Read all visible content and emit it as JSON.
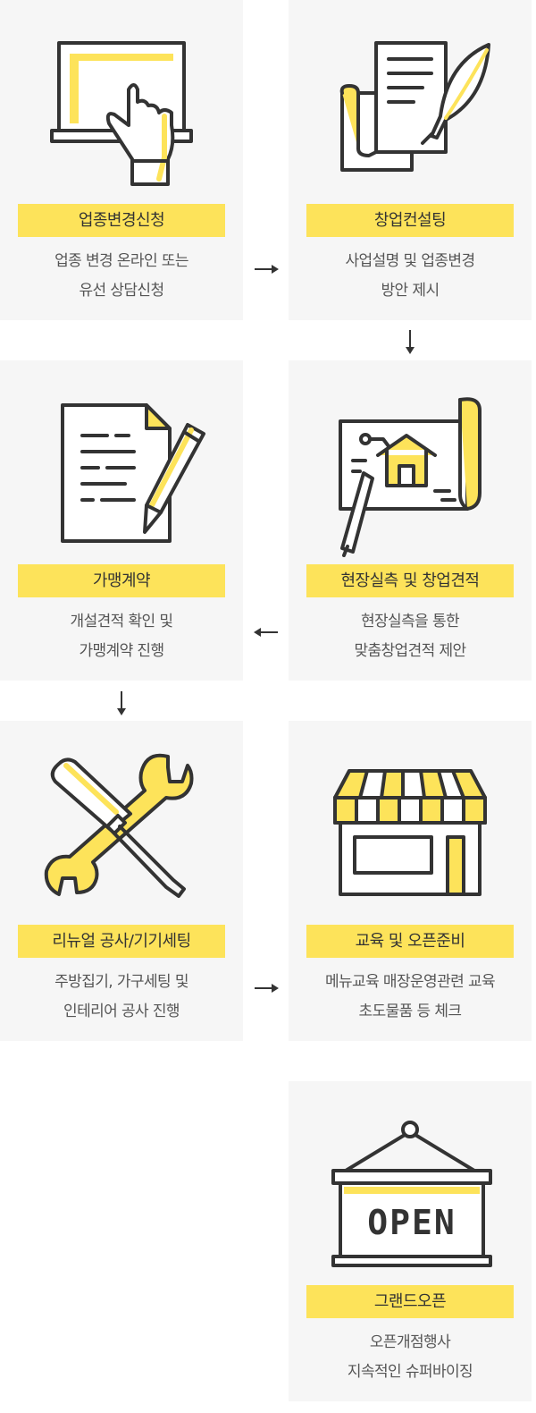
{
  "steps": [
    {
      "title": "업종변경신청",
      "desc": [
        "업종 변경 온라인 또는",
        "유선 상담신청"
      ],
      "icon": "laptop-touch-icon"
    },
    {
      "title": "창업컨설팅",
      "desc": [
        "사업설명 및 업종변경",
        "방안 제시"
      ],
      "icon": "document-quill-icon"
    },
    {
      "title": "가맹계약",
      "desc": [
        "개설견적 확인 및",
        "가맹계약 진행"
      ],
      "icon": "contract-pencil-icon"
    },
    {
      "title": "현장실측 및 창업견적",
      "desc": [
        "현장실측을 통한",
        "맞춤창업견적 제안"
      ],
      "icon": "blueprint-house-icon"
    },
    {
      "title": "리뉴얼 공사/기기세팅",
      "desc": [
        "주방집기, 가구세팅 및",
        "인테리어 공사 진행"
      ],
      "icon": "tools-icon"
    },
    {
      "title": "교육 및 오픈준비",
      "desc": [
        "메뉴교육 매장운영관련 교육",
        "초도물품 등 체크"
      ],
      "icon": "storefront-icon"
    },
    {
      "title": "그랜드오픈",
      "desc": [
        "오픈개점행사",
        "지속적인 슈퍼바이징"
      ],
      "icon": "open-sign-icon"
    }
  ],
  "open_sign_text": "OPEN",
  "colors": {
    "accent": "#fde35a",
    "card_bg": "#f6f6f6",
    "stroke": "#333333"
  }
}
